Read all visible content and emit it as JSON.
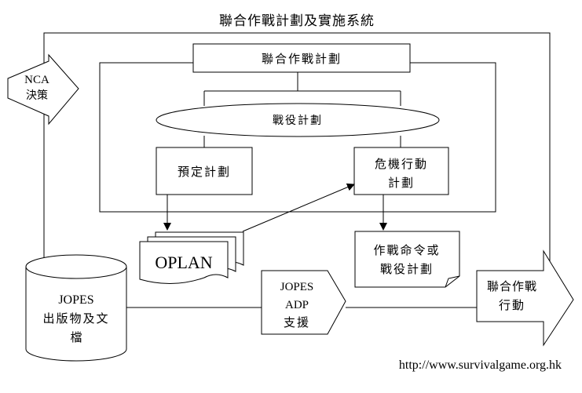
{
  "title": "聯合作戰計劃及實施系統",
  "nca": {
    "line1": "NCA",
    "line2": "決策"
  },
  "joint_plan": "聯合作戰計劃",
  "campaign_plan": "戰役計劃",
  "deliberate_plan": "預定計劃",
  "crisis_plan": {
    "line1": "危機行動",
    "line2": "計劃"
  },
  "oplan": "OPLAN",
  "orders": {
    "line1": "作戰命令或",
    "line2": "戰役計劃"
  },
  "jopes_pubs": {
    "line1": "JOPES",
    "line2": "出版物及文",
    "line3": "檔"
  },
  "jopes_adp": {
    "line1": "JOPES",
    "line2": "ADP",
    "line3": "支援"
  },
  "joint_action": {
    "line1": "聯合作戰",
    "line2": "行動"
  },
  "url": "http://www.survivalgame.org.hk"
}
